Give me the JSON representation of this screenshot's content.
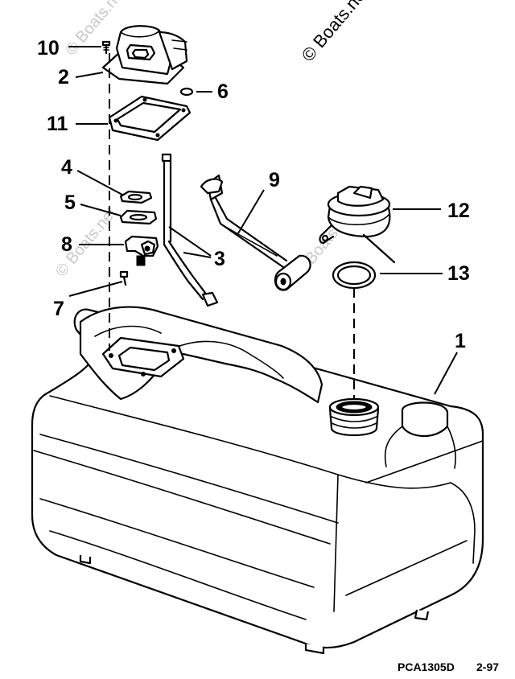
{
  "diagram": {
    "callouts": {
      "c1": "1",
      "c2": "2",
      "c3": "3",
      "c4": "4",
      "c5": "5",
      "c6": "6",
      "c7": "7",
      "c8": "8",
      "c9": "9",
      "c10": "10",
      "c11": "11",
      "c12": "12",
      "c13": "13"
    },
    "drawing_code": "PCA1305D",
    "revision": "2-97",
    "watermark_main": "© Boats.net",
    "watermark_faint": "© Boats.net"
  }
}
